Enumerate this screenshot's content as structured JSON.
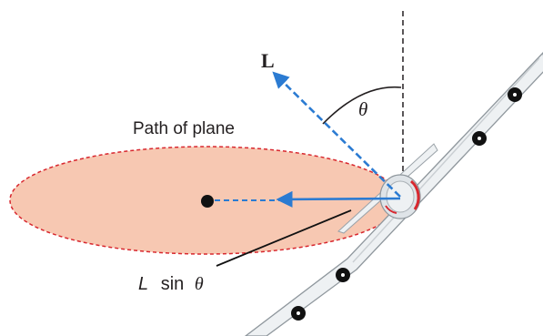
{
  "labels": {
    "lift_vector": "L",
    "angle": "θ",
    "path": "Path of plane",
    "horizontal_component_var": "L",
    "horizontal_component_fn": "sin",
    "horizontal_component_angle": "θ"
  },
  "colors": {
    "ellipse_fill": "#f7c8b2",
    "ellipse_stroke": "#d8282f",
    "vector": "#2b7bd2",
    "ink": "#231f20",
    "plane_body": "#eef1f3",
    "plane_outline": "#8f979d"
  },
  "icons": {
    "center_dot": "filled-circle",
    "windows": "filled-circle"
  }
}
